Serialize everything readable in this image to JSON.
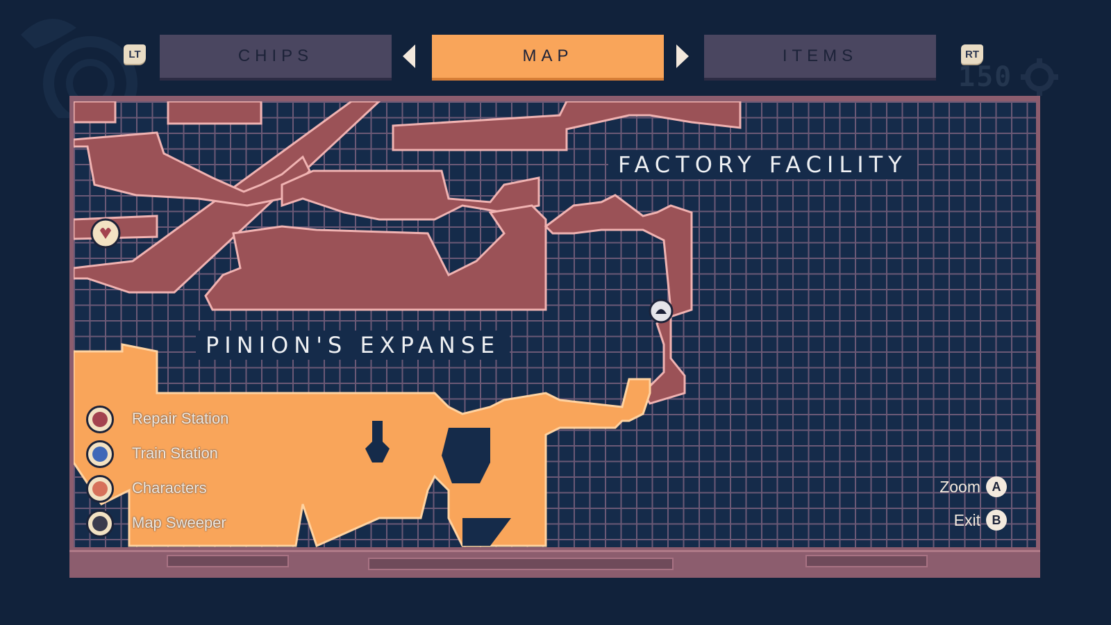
{
  "tabs": {
    "left_shoulder": "LT",
    "right_shoulder": "RT",
    "items": [
      {
        "label": "CHIPS",
        "active": false
      },
      {
        "label": "MAP",
        "active": true
      },
      {
        "label": "ITEMS",
        "active": false
      }
    ]
  },
  "hud": {
    "counter": "150"
  },
  "map": {
    "regions": [
      {
        "name": "FACTORY FACILITY"
      },
      {
        "name": "PINION'S EXPANSE"
      }
    ]
  },
  "legend": [
    {
      "label": "Repair Station",
      "icon": "heart-icon",
      "color": "#a3424f"
    },
    {
      "label": "Train Station",
      "icon": "train-icon",
      "color": "#3f68b8"
    },
    {
      "label": "Characters",
      "icon": "character-icon",
      "color": "#d7715b"
    },
    {
      "label": "Map Sweeper",
      "icon": "question-icon",
      "color": "#3b3b4d"
    }
  ],
  "controls": [
    {
      "label": "Zoom",
      "button": "A"
    },
    {
      "label": "Exit",
      "button": "B"
    }
  ],
  "colors": {
    "active_tab": "#f9a55a",
    "inactive_tab": "#4a4660",
    "factory_area": "#9b5257",
    "expanse_area": "#f9a55a",
    "grid_background": "#152b4a"
  }
}
